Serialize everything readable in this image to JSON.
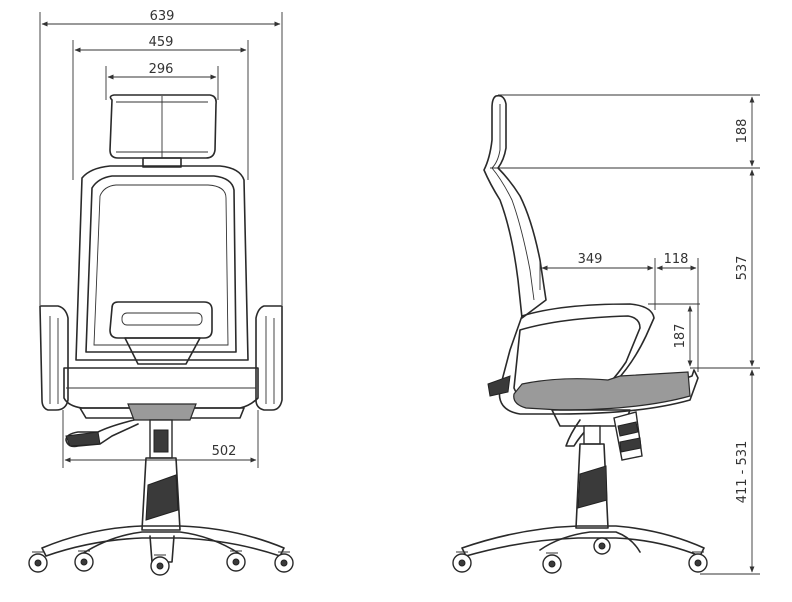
{
  "front_view": {
    "dim_overall_width": "639",
    "dim_back_width": "459",
    "dim_headrest_width": "296",
    "dim_seat_width": "502"
  },
  "side_view": {
    "dim_headrest_height": "188",
    "dim_back_height": "537",
    "dim_seat_depth": "349",
    "dim_arm_offset": "118",
    "dim_arm_height": "187",
    "dim_seat_height": "411 - 531"
  }
}
